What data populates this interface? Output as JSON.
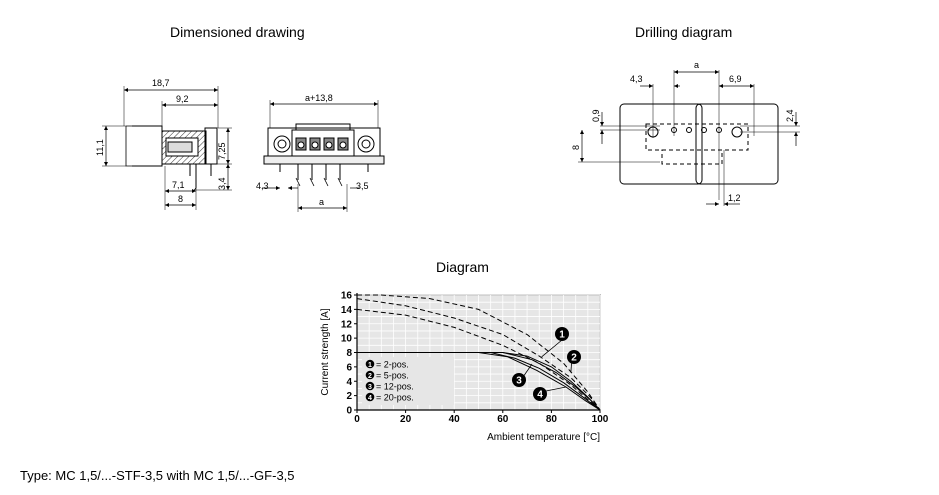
{
  "titles": {
    "dimensioned": "Dimensioned drawing",
    "drilling": "Drilling diagram",
    "diagram": "Diagram"
  },
  "type_line": "Type: MC 1,5/...-STF-3,5 with MC 1,5/...-GF-3,5",
  "dim_labels": {
    "d18_7": "18,7",
    "d9_2": "9,2",
    "d11_1": "11,1",
    "d7_25": "7,25",
    "d3_4": "3,4",
    "d7_1": "7,1",
    "d8": "8",
    "a13_8": "a+13,8",
    "d4_3": "4,3",
    "d3_5": "3,5",
    "a": "a"
  },
  "drill_labels": {
    "a": "a",
    "d4_3": "4,3",
    "d6_9": "6,9",
    "d0_9": "0,9",
    "d2_4": "2,4",
    "d8": "8",
    "d1_2": "1,2"
  },
  "chart_data": {
    "type": "line",
    "xlabel": "Ambient temperature [°C]",
    "ylabel": "Current strength [A]",
    "xlim": [
      0,
      100
    ],
    "ylim": [
      0,
      16
    ],
    "x_ticks": [
      "0",
      "20",
      "40",
      "60",
      "80",
      "100"
    ],
    "y_ticks": [
      "0",
      "2",
      "4",
      "6",
      "8",
      "10",
      "12",
      "14",
      "16"
    ],
    "grid": true,
    "legend": [
      "= 2-pos.",
      "= 5-pos.",
      "= 12-pos.",
      "= 20-pos."
    ],
    "legend_markers": [
      "1",
      "2",
      "3",
      "4"
    ],
    "series": [
      {
        "marker": "1",
        "style": "dashed",
        "x": [
          0,
          10,
          30,
          50,
          70,
          85,
          95,
          100
        ],
        "y": [
          16,
          16,
          15.5,
          14,
          10.5,
          6.5,
          2.5,
          0
        ]
      },
      {
        "marker": "2",
        "style": "dashed",
        "x": [
          0,
          20,
          40,
          60,
          75,
          88,
          96,
          100
        ],
        "y": [
          15.5,
          14.5,
          12.8,
          10.5,
          7.5,
          4.5,
          1.8,
          0
        ]
      },
      {
        "marker": "3",
        "style": "dashed",
        "x": [
          0,
          20,
          40,
          60,
          75,
          88,
          100
        ],
        "y": [
          14,
          13.2,
          11.5,
          9,
          6.5,
          3.5,
          0
        ]
      },
      {
        "marker": "1",
        "style": "solid",
        "x": [
          0,
          60,
          70,
          80,
          88,
          95,
          100
        ],
        "y": [
          8,
          8,
          7.5,
          6,
          4,
          1.8,
          0
        ]
      },
      {
        "marker": "2",
        "style": "solid",
        "x": [
          0,
          60,
          72,
          82,
          90,
          96,
          100
        ],
        "y": [
          8,
          8,
          7,
          5.2,
          3.2,
          1.4,
          0
        ]
      },
      {
        "marker": "3",
        "style": "solid",
        "x": [
          0,
          55,
          65,
          75,
          85,
          93,
          100
        ],
        "y": [
          8,
          8,
          7.2,
          5.8,
          3.8,
          1.8,
          0
        ]
      },
      {
        "marker": "4",
        "style": "solid",
        "x": [
          0,
          50,
          62,
          74,
          86,
          94,
          100
        ],
        "y": [
          8,
          8,
          7.4,
          5.5,
          3.2,
          1.3,
          0
        ]
      }
    ]
  }
}
